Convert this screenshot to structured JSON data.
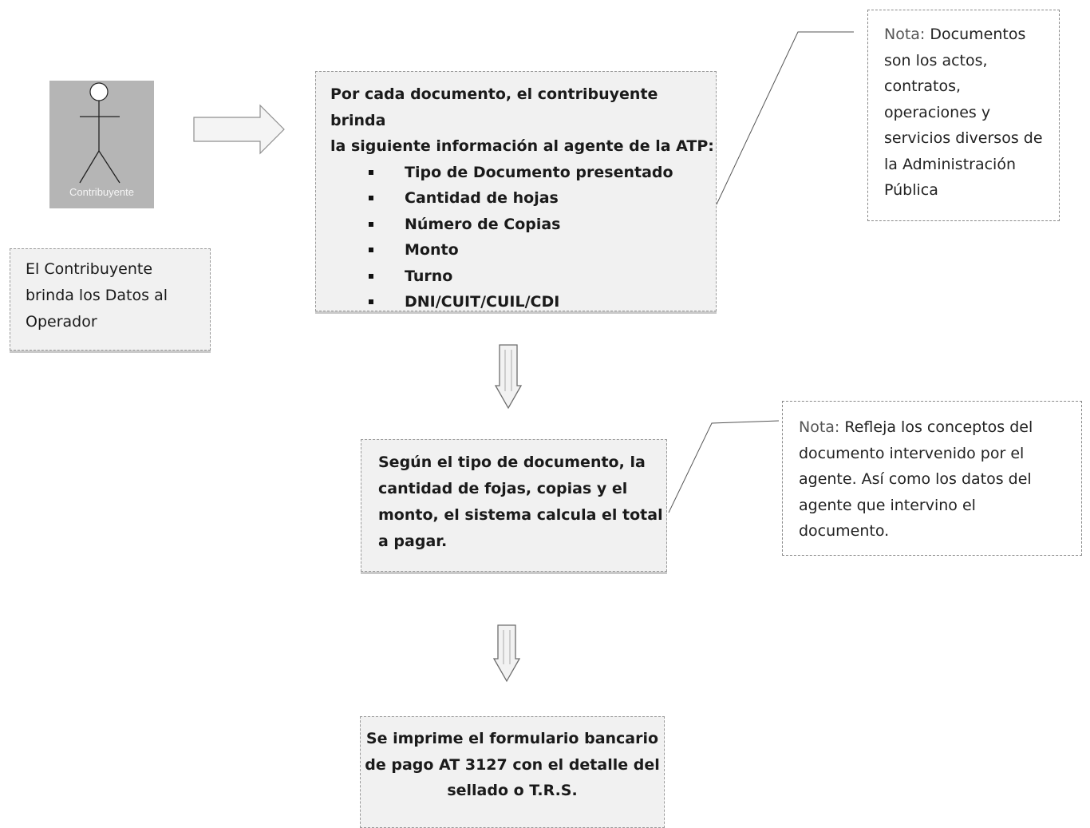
{
  "actor": {
    "label": "Contribuyente"
  },
  "actor_caption": [
    "El Contribuyente",
    "brinda los Datos al",
    "Operador"
  ],
  "main_box": {
    "intro": [
      "Por cada documento, el contribuyente  brinda",
      "la siguiente información al agente de la ATP:"
    ],
    "items": [
      "Tipo de Documento presentado",
      "Cantidad de hojas",
      "Número de Copias",
      "Monto",
      "Turno",
      "DNI/CUIT/CUIL/CDI"
    ]
  },
  "note1": {
    "prefix": "Nota:",
    "lines": [
      " Documentos",
      "son los actos,",
      "contratos,",
      "operaciones y",
      "servicios diversos de",
      "la Administración",
      "Pública"
    ]
  },
  "calc_box": {
    "lines": [
      "Según el tipo de documento, la",
      "cantidad de fojas, copias y el",
      "monto, el sistema calcula el total",
      "a pagar."
    ]
  },
  "note2": {
    "prefix": "Nota:",
    "lines": [
      " Refleja los conceptos del",
      "documento intervenido por el",
      "agente. Así como los datos del",
      "agente que intervino el",
      "documento."
    ]
  },
  "print_box": {
    "lines": [
      "Se imprime el formulario bancario",
      "de pago AT 3127 con el detalle del",
      "sellado o T.R.S."
    ]
  },
  "colors": {
    "box_fill": "#f1f1f1",
    "actor_fill": "#b5b5b5",
    "border": "#9a9a9a"
  }
}
